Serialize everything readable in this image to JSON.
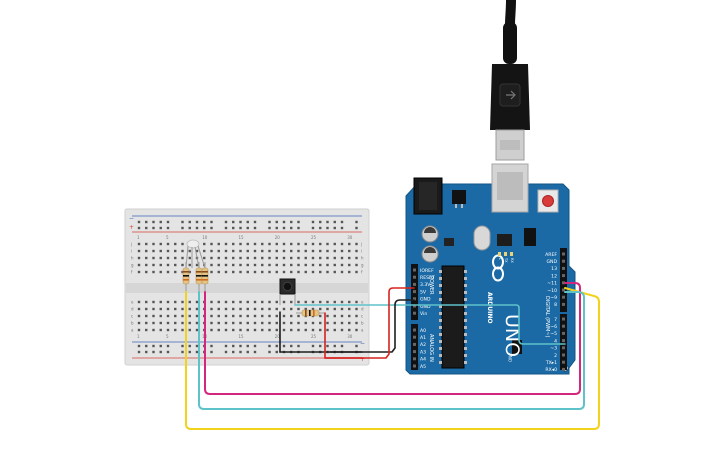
{
  "colors": {
    "arduino_board": "#1b6aa5",
    "breadboard": "#e2e2e2",
    "breadboard_rail_red": "#d6423b",
    "breadboard_rail_blue": "#3b63b5",
    "wire_yellow": "#f2d31b",
    "wire_magenta": "#d3267e",
    "wire_cyan": "#5ec2c9",
    "wire_black": "#1e1e1e",
    "wire_red": "#d8221f",
    "usb_cable": "#111111",
    "usb_plug_metal": "#c8c8c8",
    "resistor_body": "#e3c486",
    "button_cap": "#222222"
  },
  "icons": [
    "arduino-infinity-logo",
    "usb-plug",
    "push-button",
    "rgb-led",
    "resistor"
  ],
  "breadboard": {
    "column_numbers": [
      "1",
      "5",
      "10",
      "15",
      "20",
      "25",
      "30"
    ],
    "row_letters_top": [
      "j",
      "i",
      "h",
      "g",
      "f"
    ],
    "row_letters_bottom": [
      "e",
      "d",
      "c",
      "b",
      "a"
    ],
    "rail_plus": "+",
    "rail_minus": "−"
  },
  "arduino": {
    "brand": "ARDUINO",
    "model": "UNO",
    "power_header_title": "POWER",
    "analog_header_title": "ANALOG IN",
    "digital_header_title": "DIGITAL (PWM~)",
    "power_pins": [
      "IOREF",
      "RESET",
      "3.3V",
      "5V",
      "GND",
      "GND",
      "Vin"
    ],
    "analog_pins": [
      "A0",
      "A1",
      "A2",
      "A3",
      "A4",
      "A5"
    ],
    "digital_pins_top": [
      "AREF",
      "GND",
      "13",
      "12",
      "~11",
      "~10",
      "~9",
      "8"
    ],
    "digital_pins_bottom": [
      "7",
      "~6",
      "~5",
      "4",
      "~3",
      "2",
      "TX▸1",
      "RX◂0"
    ],
    "led_labels": [
      "L",
      "TX",
      "RX"
    ],
    "on_label": "ON"
  }
}
